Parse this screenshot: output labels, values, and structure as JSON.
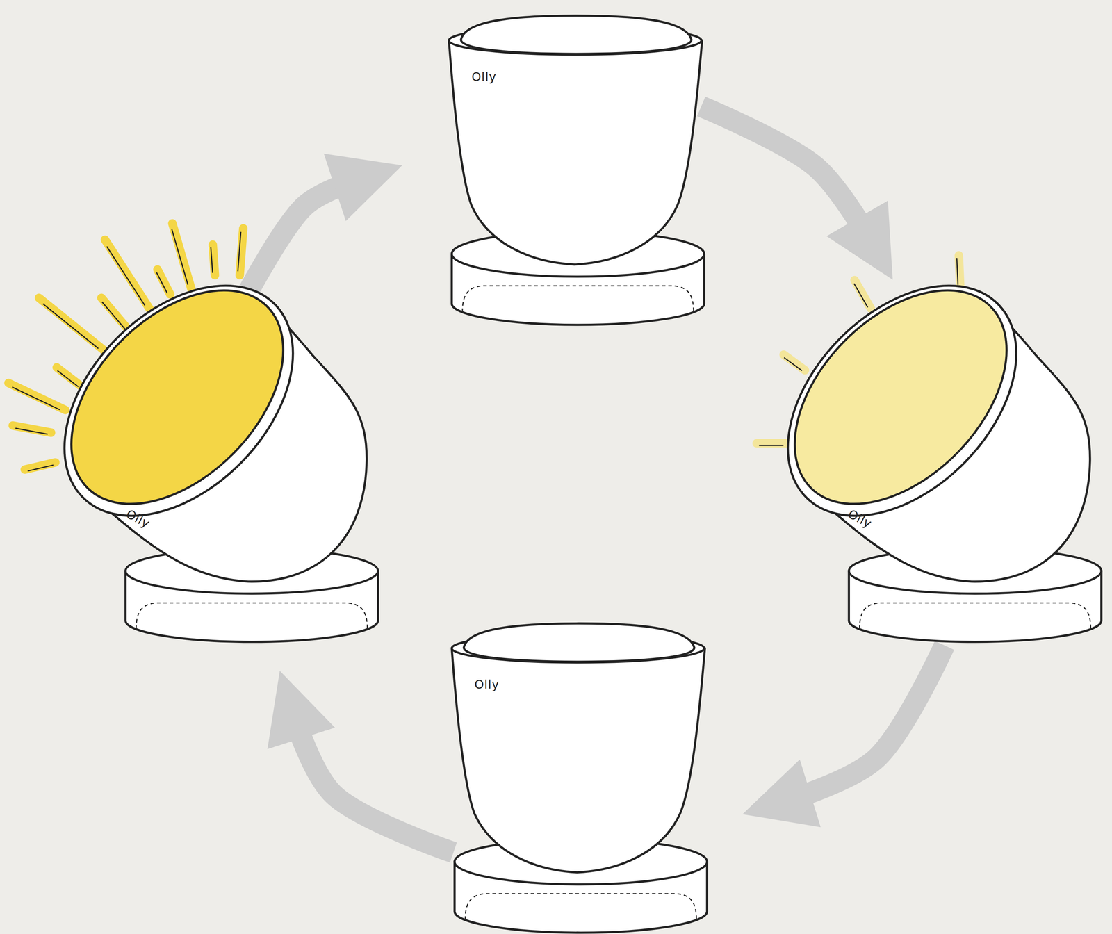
{
  "diagram": {
    "nodes": [
      {
        "text": [
          "Olly"
        ]
      },
      {
        "text": [
          "Olly"
        ]
      },
      {
        "text": [
          "Olly"
        ]
      },
      {
        "text": [
          "Olly"
        ]
      }
    ],
    "edges": [
      {
        "from": 1,
        "to": 0,
        "arrow": "to"
      },
      {
        "from": 0,
        "to": 2,
        "arrow": "to"
      },
      {
        "from": 2,
        "to": 3,
        "arrow": "to"
      },
      {
        "from": 3,
        "to": 1,
        "arrow": "to"
      }
    ]
  }
}
